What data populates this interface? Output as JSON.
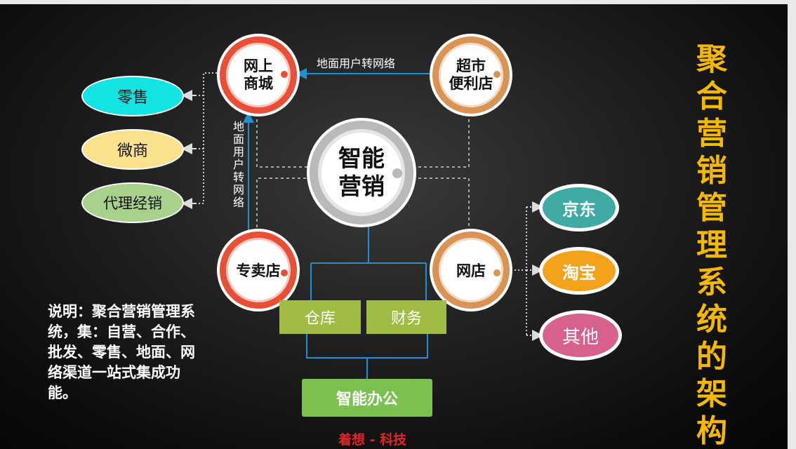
{
  "title": "聚合\n营销\n管理\n系统\n的\n架构",
  "title_chars": "聚\n合\n营\n销\n管\n理\n系\n统\n的\n架\n构",
  "center": {
    "label": "智能\n营销"
  },
  "nodes": {
    "online_mall": "网上\n商城",
    "supermarket": "超市\n便利店",
    "specialty_store": "专卖店",
    "web_store": "网店"
  },
  "left_channels": [
    "零售",
    "微商",
    "代理经销"
  ],
  "right_platforms": [
    "京东",
    "淘宝",
    "其他"
  ],
  "boxes": {
    "warehouse": "仓库",
    "finance": "财务",
    "office": "智能办公"
  },
  "edge_labels": {
    "top": "地面用户转网络",
    "vertical": "地\n面\n用\n户\n转\n网\n络"
  },
  "caption": "说明：聚合营销管理系统，集：自营、合作、批发、零售、地面、网络渠道一站式集成功能。",
  "footer": "着想 - 科技",
  "colors": {
    "accent_gold": "#f5b800",
    "ring_red": "#e94f36",
    "ring_orange": "#d99455",
    "line_blue": "#1f8fd6",
    "box_green": "#9fbc45",
    "office_green": "#7cc04f",
    "oval_cyan": "#12e3e3",
    "oval_yellow": "#fbe08d",
    "oval_green": "#a9d18e",
    "oval_teal": "#3fa9a3",
    "oval_orange": "#f4a21b",
    "oval_pink": "#d7608e",
    "footer_red": "#e0262a"
  }
}
